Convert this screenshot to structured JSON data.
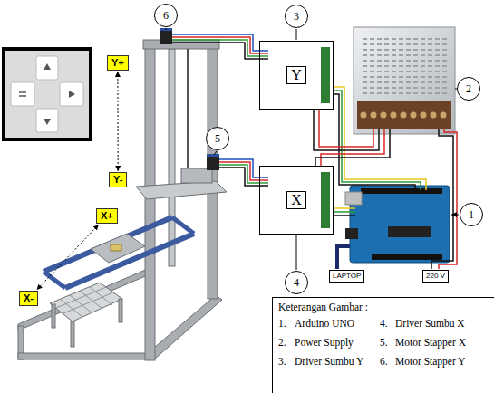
{
  "diagram": {
    "nodes": [
      {
        "text": [
          "6"
        ]
      },
      {
        "text": [
          "3"
        ]
      },
      {
        "text": [
          "Y+"
        ]
      },
      {
        "text": [
          "Y"
        ]
      },
      {
        "text": [
          "2"
        ]
      },
      {
        "text": [
          "5"
        ]
      },
      {
        "text": [
          "Y-"
        ]
      },
      {
        "text": [
          "X+"
        ]
      },
      {
        "text": [
          "X"
        ]
      },
      {
        "text": [
          "1"
        ]
      },
      {
        "text": [
          "X-"
        ]
      },
      {
        "text": [
          "4"
        ]
      },
      {
        "text": [
          "LAPTOP"
        ]
      },
      {
        "text": [
          "220 V"
        ]
      },
      {
        "text": [
          "Keterangan Gambar :",
          "1.",
          "Arduino UNO",
          "4.",
          "Driver Sumbu X",
          "2.",
          "Power Supply",
          "5.",
          "Motor Stapper X",
          "3.",
          "Driver Sumbu Y",
          "6.",
          "Motor Stapper Y"
        ]
      }
    ],
    "edges": [
      {
        "from": 2,
        "to": 6,
        "arrow": "both"
      },
      {
        "from": 7,
        "to": 10,
        "arrow": "both"
      },
      {
        "from": 1,
        "to": 3,
        "arrow": "none"
      },
      {
        "from": 11,
        "to": 8,
        "arrow": "none"
      }
    ]
  }
}
